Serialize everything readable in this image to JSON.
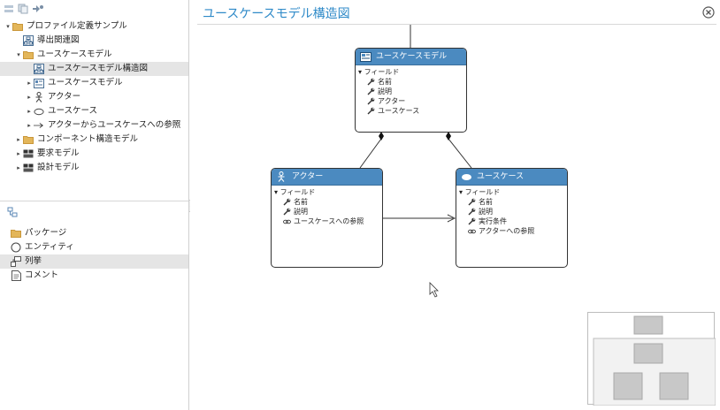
{
  "diagram_title": "ユースケースモデル構造図",
  "tree": [
    {
      "label": "プロファイル定義サンプル",
      "icon": "folder-icon",
      "twisty": "▾",
      "indent": 0
    },
    {
      "label": "導出関連図",
      "icon": "diagram-icon",
      "twisty": "",
      "indent": 1
    },
    {
      "label": "ユースケースモデル",
      "icon": "folder-icon",
      "twisty": "▾",
      "indent": 1
    },
    {
      "label": "ユースケースモデル構造図",
      "icon": "diagram-icon",
      "twisty": "",
      "indent": 2,
      "selected": true
    },
    {
      "label": "ユースケースモデル",
      "icon": "class-icon",
      "twisty": "▸",
      "indent": 2
    },
    {
      "label": "アクター",
      "icon": "actor-icon",
      "twisty": "▸",
      "indent": 2
    },
    {
      "label": "ユースケース",
      "icon": "ellipse-icon",
      "twisty": "▸",
      "indent": 2
    },
    {
      "label": "アクターからユースケースへの参照",
      "icon": "arrow-icon",
      "twisty": "▸",
      "indent": 2
    },
    {
      "label": "コンポーネント構造モデル",
      "icon": "folder-icon",
      "twisty": "▸",
      "indent": 1
    },
    {
      "label": "要求モデル",
      "icon": "block-icon",
      "twisty": "▸",
      "indent": 1
    },
    {
      "label": "設計モデル",
      "icon": "block-icon",
      "twisty": "▸",
      "indent": 1
    }
  ],
  "palette": [
    {
      "label": "パッケージ",
      "icon": "folder-icon"
    },
    {
      "label": "エンティティ",
      "icon": "circle-icon"
    },
    {
      "label": "列挙",
      "icon": "enum-icon",
      "selected": true
    },
    {
      "label": "コメント",
      "icon": "note-icon"
    }
  ],
  "nodes": {
    "usecase_model": {
      "title": "ユースケースモデル",
      "section": "フィールド",
      "fields": [
        {
          "name": "名前",
          "icon": "wrench-icon"
        },
        {
          "name": "説明",
          "icon": "wrench-icon"
        },
        {
          "name": "アクター",
          "icon": "wrench-icon"
        },
        {
          "name": "ユースケース",
          "icon": "wrench-icon"
        }
      ]
    },
    "actor": {
      "title": "アクター",
      "section": "フィールド",
      "fields": [
        {
          "name": "名前",
          "icon": "wrench-icon"
        },
        {
          "name": "説明",
          "icon": "wrench-icon"
        },
        {
          "name": "ユースケースへの参照",
          "icon": "link-icon"
        }
      ]
    },
    "usecase": {
      "title": "ユースケース",
      "section": "フィールド",
      "fields": [
        {
          "name": "名前",
          "icon": "wrench-icon"
        },
        {
          "name": "説明",
          "icon": "wrench-icon"
        },
        {
          "name": "実行条件",
          "icon": "wrench-icon"
        },
        {
          "name": "アクターへの参照",
          "icon": "link-icon"
        }
      ]
    }
  },
  "colors": {
    "node_header": "#4b8ac0",
    "title_text": "#2f8ac8",
    "selection": "#e5e5e5"
  }
}
